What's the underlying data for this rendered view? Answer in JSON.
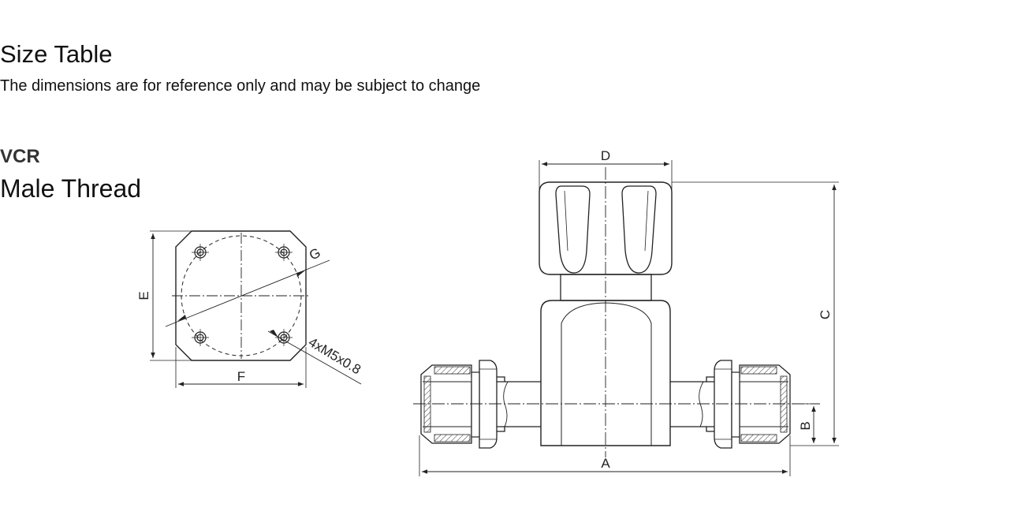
{
  "header": {
    "title": "Size Table",
    "subtitle": "The dimensions are for reference only and may be subject to change"
  },
  "product": {
    "series": "VCR",
    "variant": "Male Thread"
  },
  "drawing": {
    "dimension_labels": {
      "a": "A",
      "b": "B",
      "c": "C",
      "d": "D",
      "e": "E",
      "f": "F",
      "g": "G"
    },
    "hole_note": "4xM5x0.8",
    "line_color": "#222222"
  }
}
